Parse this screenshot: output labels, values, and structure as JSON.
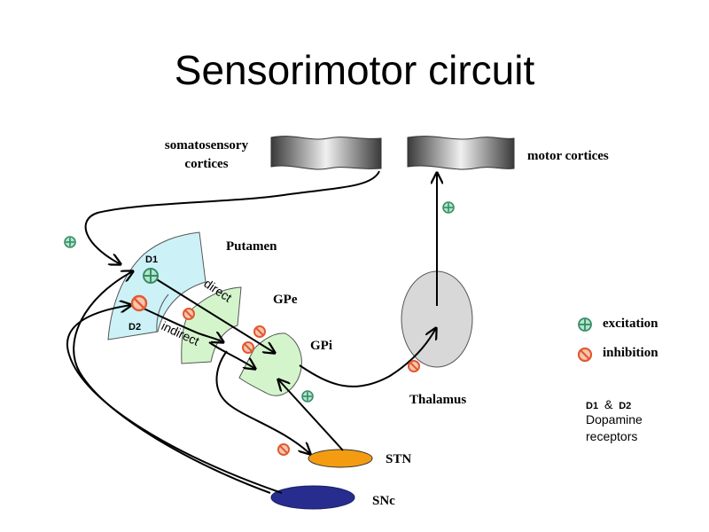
{
  "title": "Sensorimotor circuit",
  "labels": {
    "somatosensory_line1": "somatosensory",
    "somatosensory_line2": "cortices",
    "motor": "motor cortices",
    "putamen": "Putamen",
    "gpe": "GPe",
    "gpi": "GPi",
    "thalamus": "Thalamus",
    "stn": "STN",
    "snc": "SNc",
    "d1": "D1",
    "d2": "D2",
    "direct": "direct",
    "indirect": "indirect"
  },
  "legend": {
    "excitation": "excitation",
    "inhibition": "inhibition",
    "receptor_line1_a": "D1",
    "receptor_line1_amp": "&",
    "receptor_line1_b": "D2",
    "receptor_line2": "Dopamine",
    "receptor_line3": "receptors"
  },
  "colors": {
    "excitation": "#3a8a6a",
    "inhibition": "#e05a30",
    "putamen_fill": "#ccf2f8",
    "gpe_fill": "#d4f5cc",
    "gpi_fill": "#d4f5cc",
    "thalamus_fill": "#d8d8d8",
    "stn_fill": "#f39c12",
    "snc_fill": "#262d8f"
  },
  "icons": {
    "excitation": "plus-circle-icon",
    "inhibition": "no-circle-icon"
  }
}
